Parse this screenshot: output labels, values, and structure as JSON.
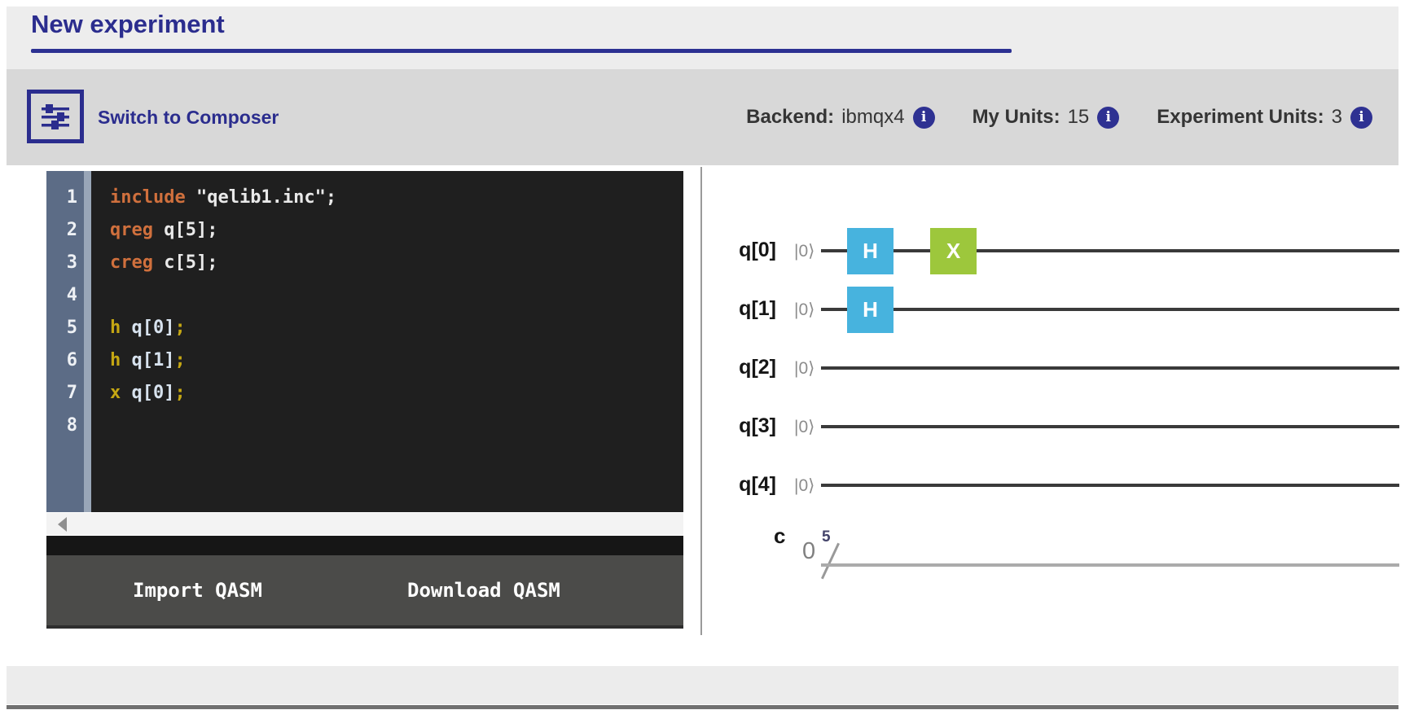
{
  "page": {
    "title": "New experiment"
  },
  "toolbar": {
    "switch_label": "Switch to Composer",
    "stats": [
      {
        "label": "Backend:",
        "value": "ibmqx4"
      },
      {
        "label": "My Units:",
        "value": "15"
      },
      {
        "label": "Experiment Units:",
        "value": "3"
      }
    ]
  },
  "editor": {
    "lines": [
      {
        "num": "1",
        "tokens": [
          {
            "t": "include",
            "c": "kw"
          },
          {
            "t": " \"qelib1.inc\";",
            "c": "str"
          }
        ]
      },
      {
        "num": "2",
        "tokens": [
          {
            "t": "qreg",
            "c": "kw"
          },
          {
            "t": " q[5];",
            "c": "plain"
          }
        ]
      },
      {
        "num": "3",
        "tokens": [
          {
            "t": "creg",
            "c": "kw"
          },
          {
            "t": " c[5];",
            "c": "plain"
          }
        ]
      },
      {
        "num": "4",
        "tokens": []
      },
      {
        "num": "5",
        "tokens": [
          {
            "t": "h",
            "c": "gate"
          },
          {
            "t": " q[0]",
            "c": "reg"
          },
          {
            "t": ";",
            "c": "gate"
          }
        ]
      },
      {
        "num": "6",
        "tokens": [
          {
            "t": "h",
            "c": "gate"
          },
          {
            "t": " q[1]",
            "c": "reg"
          },
          {
            "t": ";",
            "c": "gate"
          }
        ]
      },
      {
        "num": "7",
        "tokens": [
          {
            "t": "x",
            "c": "gate"
          },
          {
            "t": " q[0]",
            "c": "reg"
          },
          {
            "t": ";",
            "c": "gate"
          }
        ]
      },
      {
        "num": "8",
        "tokens": []
      }
    ],
    "import_label": "Import QASM",
    "download_label": "Download QASM"
  },
  "circuit": {
    "qubits": [
      {
        "label": "q[0]",
        "state": "|0⟩",
        "gates": [
          {
            "name": "H",
            "color": "#47b3de",
            "slot": 0
          },
          {
            "name": "X",
            "color": "#9dc73c",
            "slot": 1
          }
        ]
      },
      {
        "label": "q[1]",
        "state": "|0⟩",
        "gates": [
          {
            "name": "H",
            "color": "#47b3de",
            "slot": 0
          }
        ]
      },
      {
        "label": "q[2]",
        "state": "|0⟩",
        "gates": []
      },
      {
        "label": "q[3]",
        "state": "|0⟩",
        "gates": []
      },
      {
        "label": "q[4]",
        "state": "|0⟩",
        "gates": []
      }
    ],
    "classical": {
      "label": "c",
      "bit": "0",
      "size": "5"
    }
  },
  "colors": {
    "accent_navy": "#2b2d8e",
    "toolbar_bg": "#d8d8d8",
    "header_bg": "#ededed",
    "editor_bg": "#1f1f1f",
    "gutter_bg": "#5c6c86",
    "h_gate": "#47b3de",
    "x_gate": "#9dc73c",
    "info_badge": "#2e3192"
  }
}
